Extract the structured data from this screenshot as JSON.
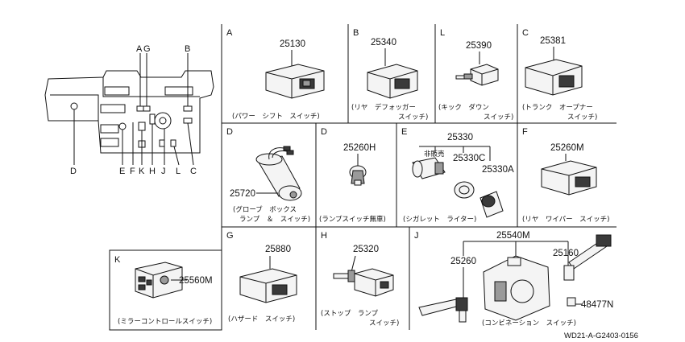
{
  "overview": {
    "letters_top": [
      "A",
      "G",
      "B"
    ],
    "letters_bottom": [
      "D",
      "E",
      "F",
      "K",
      "H",
      "J",
      "L",
      "C"
    ]
  },
  "panels": {
    "A": {
      "letter": "A",
      "part": "25130",
      "caption": "(パワー　シフト　スイッチ)"
    },
    "B": {
      "letter": "B",
      "part": "25340",
      "caption1": "(リヤ　デフォッガー",
      "caption2": "スイッチ)"
    },
    "L": {
      "letter": "L",
      "part": "25390",
      "caption1": "(キック　ダウン",
      "caption2": "スイッチ)"
    },
    "C": {
      "letter": "C",
      "part": "25381",
      "caption1": "(トランク　オープナー",
      "caption2": "スイッチ)"
    },
    "D1": {
      "letter": "D",
      "part": "25720",
      "caption1": "(グローブ　ボックス",
      "caption2": "ランプ　＆　スイッチ)"
    },
    "D2": {
      "letter": "D",
      "part": "25260H",
      "caption": "(ランプスイッチ無車)"
    },
    "E": {
      "letter": "E",
      "part_main": "25330",
      "note": "非販売",
      "part_b": "25330C",
      "part_c": "25330A",
      "caption": "(シガレット　ライター)"
    },
    "F": {
      "letter": "F",
      "part": "25260M",
      "caption": "(リヤ　ワイパー　スイッチ)"
    },
    "K": {
      "letter": "K",
      "part": "25560M",
      "caption": "(ミラーコントロールスイッチ)"
    },
    "G": {
      "letter": "G",
      "part": "25880",
      "caption": "(ハザード　スイッチ)"
    },
    "H": {
      "letter": "H",
      "part": "25320",
      "caption1": "(ストップ　ランプ",
      "caption2": "スイッチ)"
    },
    "J": {
      "letter": "J",
      "part_main": "25540M",
      "part_a": "25260",
      "part_b": "25160",
      "part_c": "48477N",
      "caption": "(コンビネーション　スイッチ)"
    }
  },
  "footer": {
    "code": "WD21-A-G2403-0156"
  }
}
